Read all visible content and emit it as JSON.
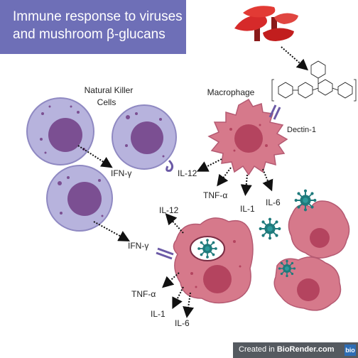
{
  "title": {
    "line1": "Immune response to viruses",
    "line2": "and mushroom β-glucans"
  },
  "labels": {
    "nk_cells_line1": "Natural Killer",
    "nk_cells_line2": "Cells",
    "macrophage": "Macrophage",
    "dectin1": "Dectin-1",
    "ifn_gamma_top": "IFN-γ",
    "ifn_gamma_bottom": "IFN-γ",
    "il12_top": "IL-12",
    "il12_bottom": "IL-12",
    "tnf_top": "TNF-α",
    "tnf_bottom": "TNF-α",
    "il1_top": "IL-1",
    "il1_bottom": "IL-1",
    "il6_top": "IL-6",
    "il6_bottom": "IL-6"
  },
  "credit": {
    "prefix": "Created in ",
    "brand": "BioRender.com",
    "logo": "bio"
  },
  "colors": {
    "title_bg": "#6e6fb7",
    "nk_outer": "#b7b3dd",
    "nk_inner": "#7b4f92",
    "macrophage": "#d6798b",
    "macrophage_nucleus": "#b4445f",
    "virus": "#1f7a7c",
    "mushroom": "#d62a2a",
    "receptor": "#6b5aa6"
  },
  "icons": [
    "mushroom-icon",
    "beta-glucan-structure",
    "virus-icon",
    "dectin-1-receptor-icon"
  ]
}
